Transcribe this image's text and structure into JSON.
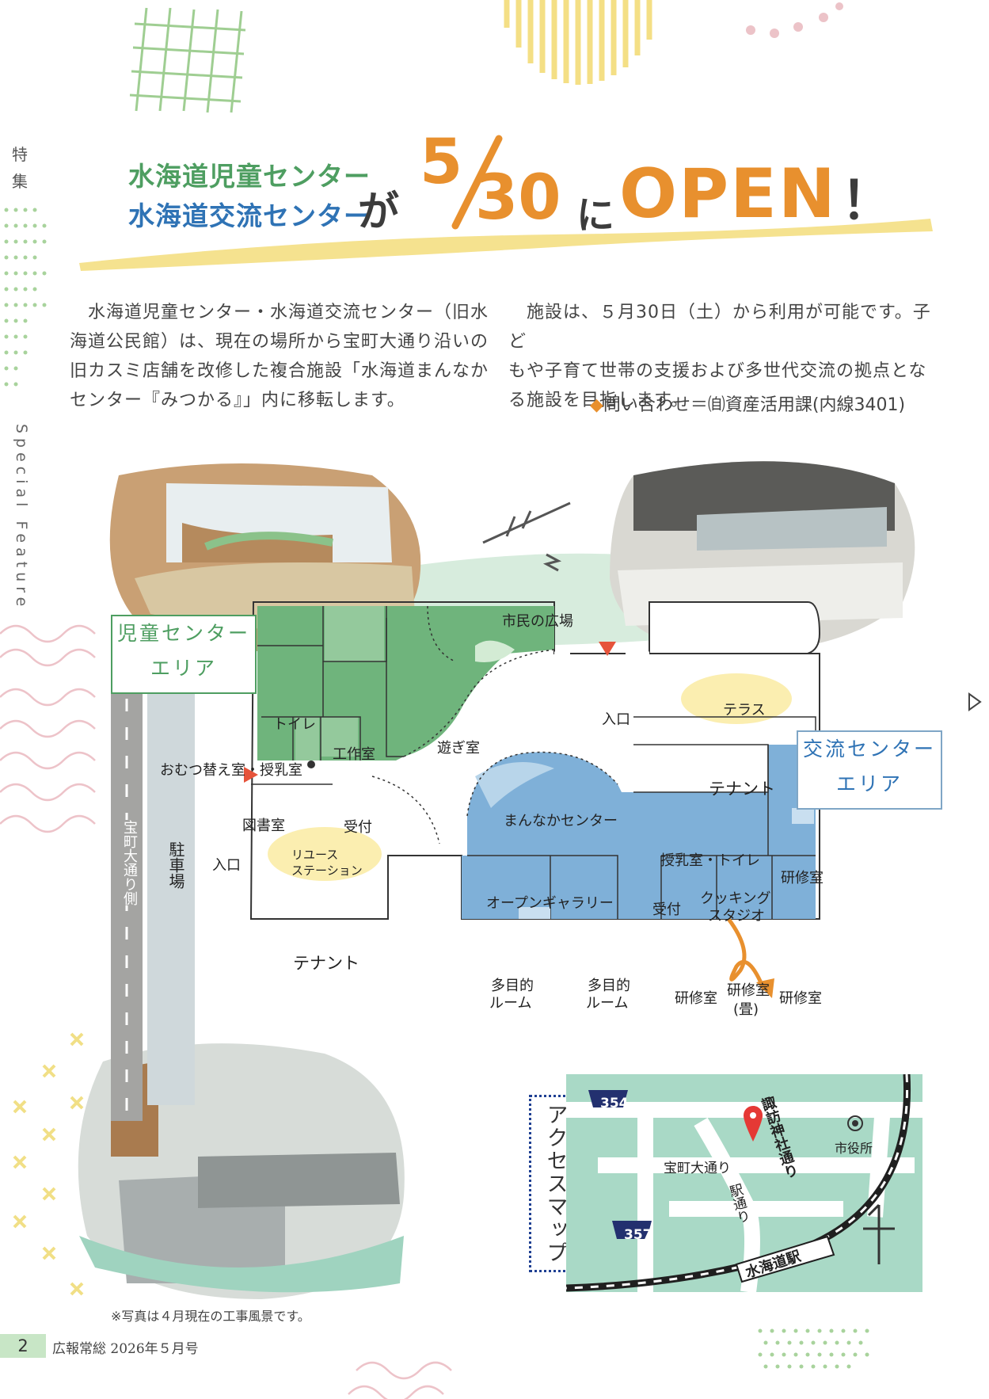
{
  "side": {
    "tokushu": [
      "特",
      "集"
    ],
    "special_feature": "Special Feature"
  },
  "headline": {
    "line1": "水海道児童センター",
    "line2": "水海道交流センター",
    "ga": "が",
    "month": "5",
    "day": "30",
    "ni": "に",
    "open": "OPEN",
    "bang": "！"
  },
  "intro": {
    "left": [
      "　水海道児童センター・水海道交流センター（旧水",
      "海道公民館）は、現在の場所から宝町大通り沿いの",
      "旧カスミ店舗を改修した複合施設「水海道まんなか",
      "センター『みつかる』」内に移転します。"
    ],
    "right": [
      "　施設は、５月30日（土）から利用が可能です。子ど",
      "もや子育て世帯の支援および多世代交流の拠点とな",
      "る施設を目指します。"
    ],
    "contact_mark": "◆",
    "contact": "問い合わせ＝㉂資産活用課(内線3401)"
  },
  "floor_map": {
    "plaza": "市民の広場",
    "callout_child": [
      "児童センター",
      "エリア"
    ],
    "callout_exchange": [
      "交流センター",
      "エリア"
    ],
    "rooms": {
      "toilet1": "トイレ",
      "kosaku": "工作室",
      "asobi": "遊ぎ室",
      "omutsu": "おむつ替え室・授乳室",
      "tosho": "図書室",
      "uketsuke1": "受付",
      "reuse1": "リユース",
      "reuse2": "ステーション",
      "entrance1": "入口",
      "entrance2": "入口",
      "terrace": "テラス",
      "tenant1": "テナント",
      "tenant2": "テナント",
      "mannaka": "まんなかセンター",
      "junyu": "授乳室・トイレ",
      "kenshu1": "研修室",
      "gallery": "オープンギャラリー",
      "uketsuke2": "受付",
      "cooking1": "クッキング",
      "cooking2": "スタジオ",
      "tamoku1a": "多目的",
      "tamoku1b": "ルーム",
      "tamoku2a": "多目的",
      "tamoku2b": "ルーム",
      "kenshu2": "研修室",
      "kenshu3a": "研修室",
      "kenshu3b": "(畳)",
      "kenshu4": "研修室"
    },
    "street": "宝町大通り側",
    "parking": "駐車場"
  },
  "access_map": {
    "title": "アクセスマップ",
    "route354": "354",
    "route357": "357",
    "takaramachi": "宝町大通り",
    "suwa": "諏訪神社通り",
    "eki_dori": "駅通り",
    "station": "水海道駅",
    "city_hall": "市役所"
  },
  "caption": "※写真は４月現在の工事風景です。",
  "footer": {
    "page": "2",
    "title": "広報常総 2026年５月号"
  },
  "colors": {
    "green_area": "#6fb47c",
    "blue_area": "#7fb0d8",
    "plaza": "#d7ecdd",
    "accent_orange": "#e8902e",
    "map_green": "#a9d9c6"
  }
}
